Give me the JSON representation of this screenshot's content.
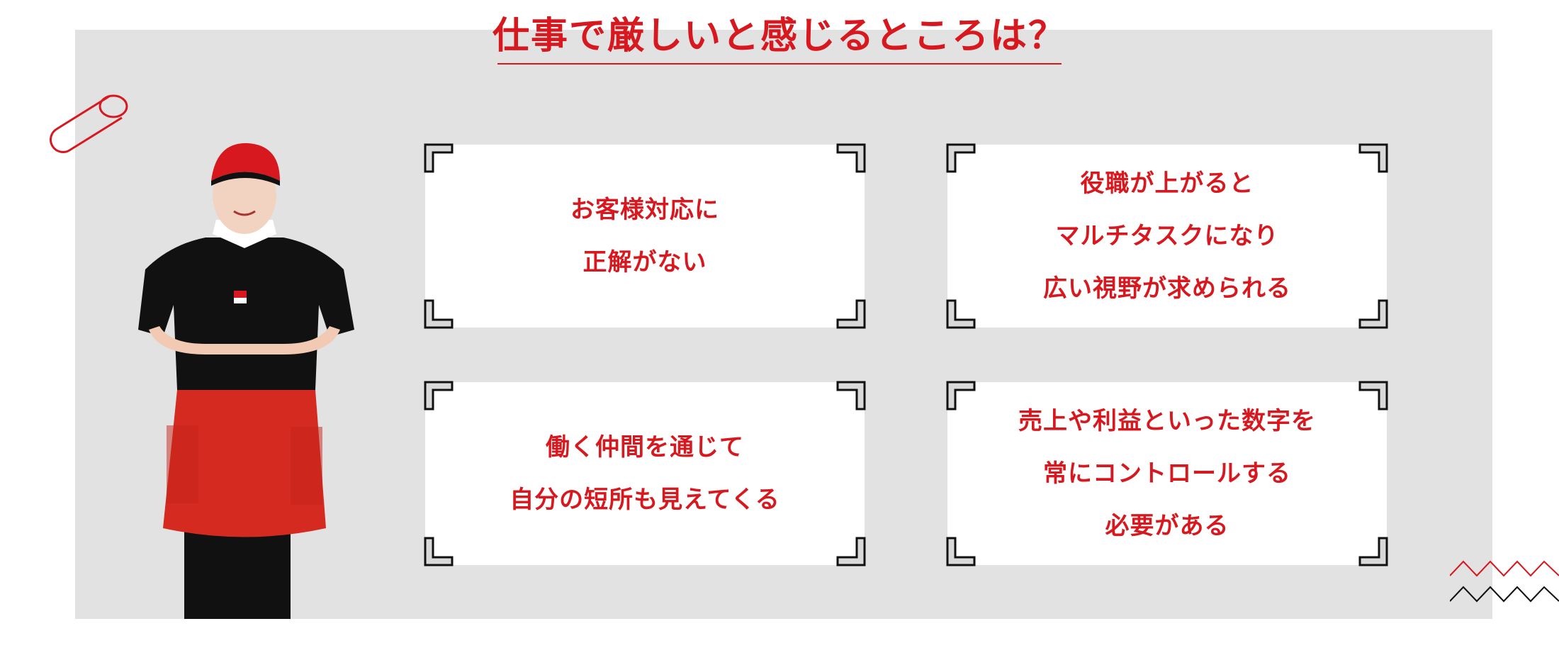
{
  "title": "仕事で厳しいと感じるところは？",
  "cards": [
    {
      "lines": [
        "お客様対応に",
        "正解がない"
      ]
    },
    {
      "lines": [
        "役職が上がると",
        "マルチタスクになり",
        "広い視野が求められる"
      ]
    },
    {
      "lines": [
        "働く仲間を通じて",
        "自分の短所も見えてくる"
      ]
    },
    {
      "lines": [
        "売上や利益といった数字を",
        "常にコントロールする",
        "必要がある"
      ]
    }
  ],
  "colors": {
    "accent": "#d7191f",
    "panel": "#e2e2e2",
    "text_dark": "#111111"
  }
}
